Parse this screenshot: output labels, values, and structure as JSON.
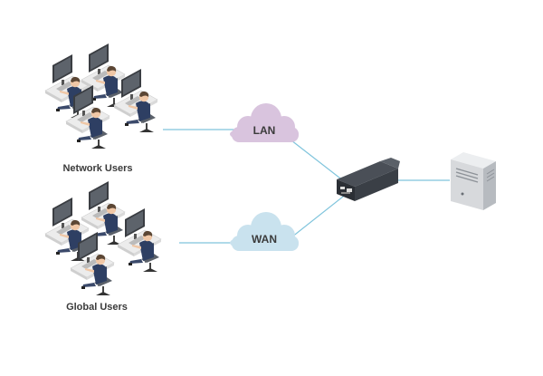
{
  "groups": {
    "network": {
      "label": "Network Users"
    },
    "global": {
      "label": "Global Users"
    }
  },
  "clouds": {
    "lan": {
      "label": "LAN",
      "color": "#d9c4de"
    },
    "wan": {
      "label": "WAN",
      "color": "#c9e2ee"
    }
  },
  "colors": {
    "link": "#7fc4dc",
    "monitor": "#3a3d42",
    "desk": "#e8e8e8",
    "chair": "#454a52",
    "shirt": "#2e3f63",
    "skin": "#f0c7a6",
    "hair": "#5b4634",
    "server": "#d7d9dc",
    "device": "#2b2f35"
  },
  "icons": {
    "workstation_cluster": "office-workers-icon",
    "device": "kvm-extender-icon",
    "server": "server-tower-icon",
    "cloud": "network-cloud-icon"
  }
}
